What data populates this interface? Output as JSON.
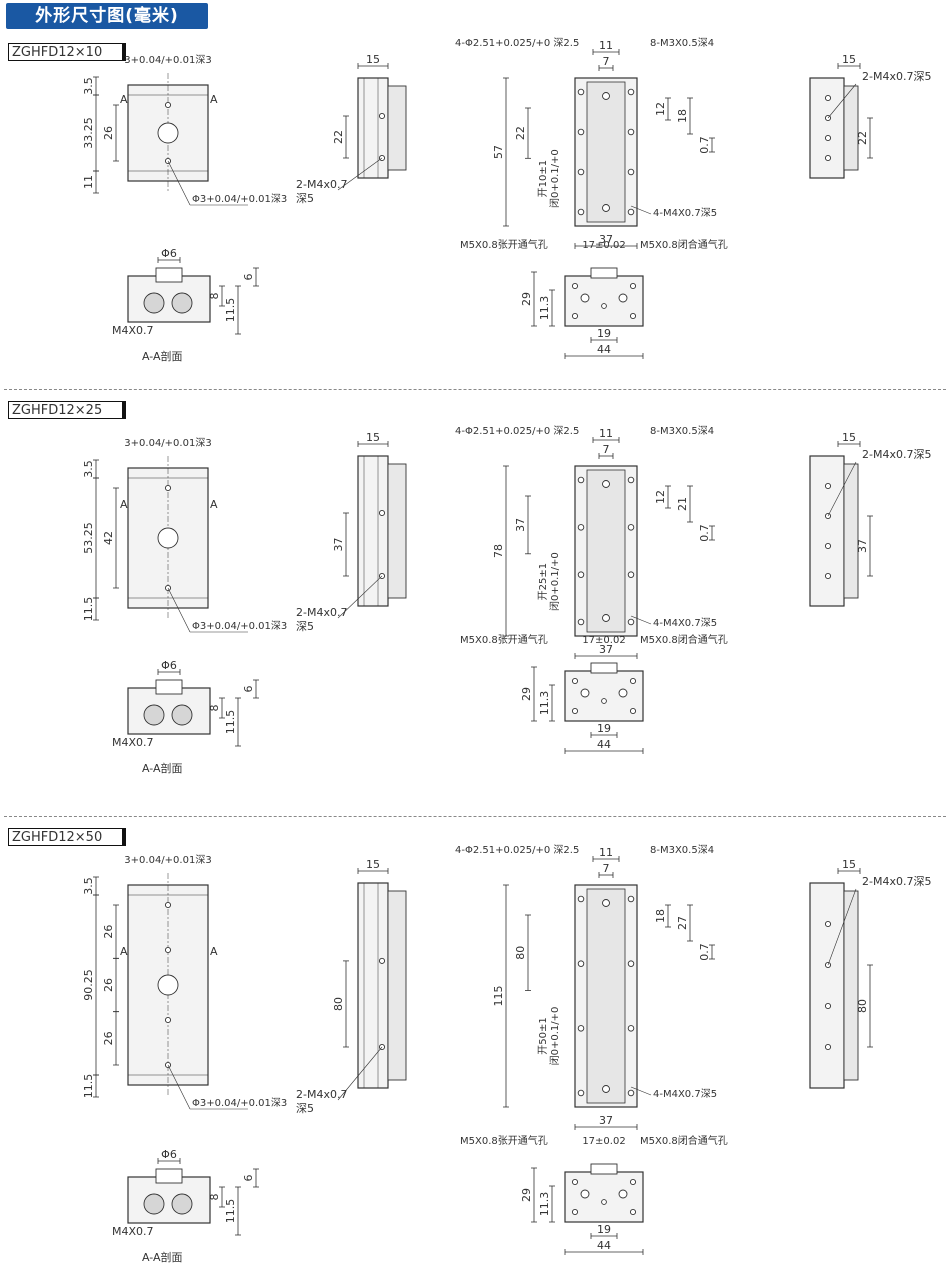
{
  "title": "外形尺寸图(毫米)",
  "sections": [
    {
      "model": "ZGHFD12×10",
      "front": {
        "top_dim": "3+0.04/+0.01深3",
        "dims_left": [
          "3.5",
          "33.25",
          "11"
        ],
        "inner_dim": "26",
        "section_mark": "A",
        "bottom_dim": "Φ3+0.04/+0.01深3"
      },
      "side": {
        "top_dim": "15",
        "height_dim": "22",
        "thread": "2-M4x0.7",
        "thread_depth": "深5"
      },
      "top": {
        "hole_dim": "4-Φ2.51+0.025/+0 深2.5",
        "screw_dim": "8-M3X0.5深4",
        "w11": "11",
        "w7": "7",
        "h12": "12",
        "h18": "18",
        "h07": "0.7",
        "total": "57",
        "inner": "22",
        "stroke_close": "闭0+0.1/+0",
        "stroke_open": "开10±1",
        "bottom_dim": "37",
        "side_thread": "4-M4X0.7深5"
      },
      "right": {
        "top_dim": "15",
        "thread": "2-M4x0.7深5",
        "height_dim": "22"
      },
      "aa": {
        "phi": "Φ6",
        "d6": "6",
        "d8": "8",
        "d115": "11.5",
        "thread": "M4X0.7",
        "caption": "A-A剖面"
      },
      "end": {
        "open_port": "M5X0.8张开通气孔",
        "center": "17±0.02",
        "close_port": "M5X0.8闭合通气孔",
        "h29": "29",
        "h113": "11.3",
        "w19": "19",
        "w44": "44"
      }
    },
    {
      "model": "ZGHFD12×25",
      "front": {
        "top_dim": "3+0.04/+0.01深3",
        "dims_left": [
          "3.5",
          "53.25",
          "11.5"
        ],
        "inner_dim": "42",
        "section_mark": "A",
        "bottom_dim": "Φ3+0.04/+0.01深3"
      },
      "side": {
        "top_dim": "15",
        "height_dim": "37",
        "thread": "2-M4x0.7",
        "thread_depth": "深5"
      },
      "top": {
        "hole_dim": "4-Φ2.51+0.025/+0 深2.5",
        "screw_dim": "8-M3X0.5深4",
        "w11": "11",
        "w7": "7",
        "h12": "12",
        "h18": "21",
        "h07": "0.7",
        "total": "78",
        "inner": "37",
        "stroke_close": "闭0+0.1/+0",
        "stroke_open": "开25±1",
        "bottom_dim": "37",
        "side_thread": "4-M4X0.7深5"
      },
      "right": {
        "top_dim": "15",
        "thread": "2-M4x0.7深5",
        "height_dim": "37"
      },
      "aa": {
        "phi": "Φ6",
        "d6": "6",
        "d8": "8",
        "d115": "11.5",
        "thread": "M4X0.7",
        "caption": "A-A剖面"
      },
      "end": {
        "open_port": "M5X0.8张开通气孔",
        "center": "17±0.02",
        "close_port": "M5X0.8闭合通气孔",
        "h29": "29",
        "h113": "11.3",
        "w19": "19",
        "w44": "44"
      }
    },
    {
      "model": "ZGHFD12×50",
      "front": {
        "top_dim": "3+0.04/+0.01深3",
        "dims_left": [
          "3.5",
          "90.25",
          "11.5"
        ],
        "inner_dims": [
          "26",
          "26",
          "26"
        ],
        "section_mark": "A",
        "bottom_dim": "Φ3+0.04/+0.01深3"
      },
      "side": {
        "top_dim": "15",
        "height_dim": "80",
        "thread": "2-M4x0.7",
        "thread_depth": "深5"
      },
      "top": {
        "hole_dim": "4-Φ2.51+0.025/+0 深2.5",
        "screw_dim": "8-M3X0.5深4",
        "w11": "11",
        "w7": "7",
        "h12": "18",
        "h18": "27",
        "h07": "0.7",
        "total": "115",
        "inner": "80",
        "stroke_close": "闭0+0.1/+0",
        "stroke_open": "开50±1",
        "bottom_dim": "37",
        "side_thread": "4-M4X0.7深5"
      },
      "right": {
        "top_dim": "15",
        "thread": "2-M4x0.7深5",
        "height_dim": "80"
      },
      "aa": {
        "phi": "Φ6",
        "d6": "6",
        "d8": "8",
        "d115": "11.5",
        "thread": "M4X0.7",
        "caption": "A-A剖面"
      },
      "end": {
        "open_port": "M5X0.8张开通气孔",
        "center": "17±0.02",
        "close_port": "M5X0.8闭合通气孔",
        "h29": "29",
        "h113": "11.3",
        "w19": "19",
        "w44": "44"
      }
    }
  ]
}
